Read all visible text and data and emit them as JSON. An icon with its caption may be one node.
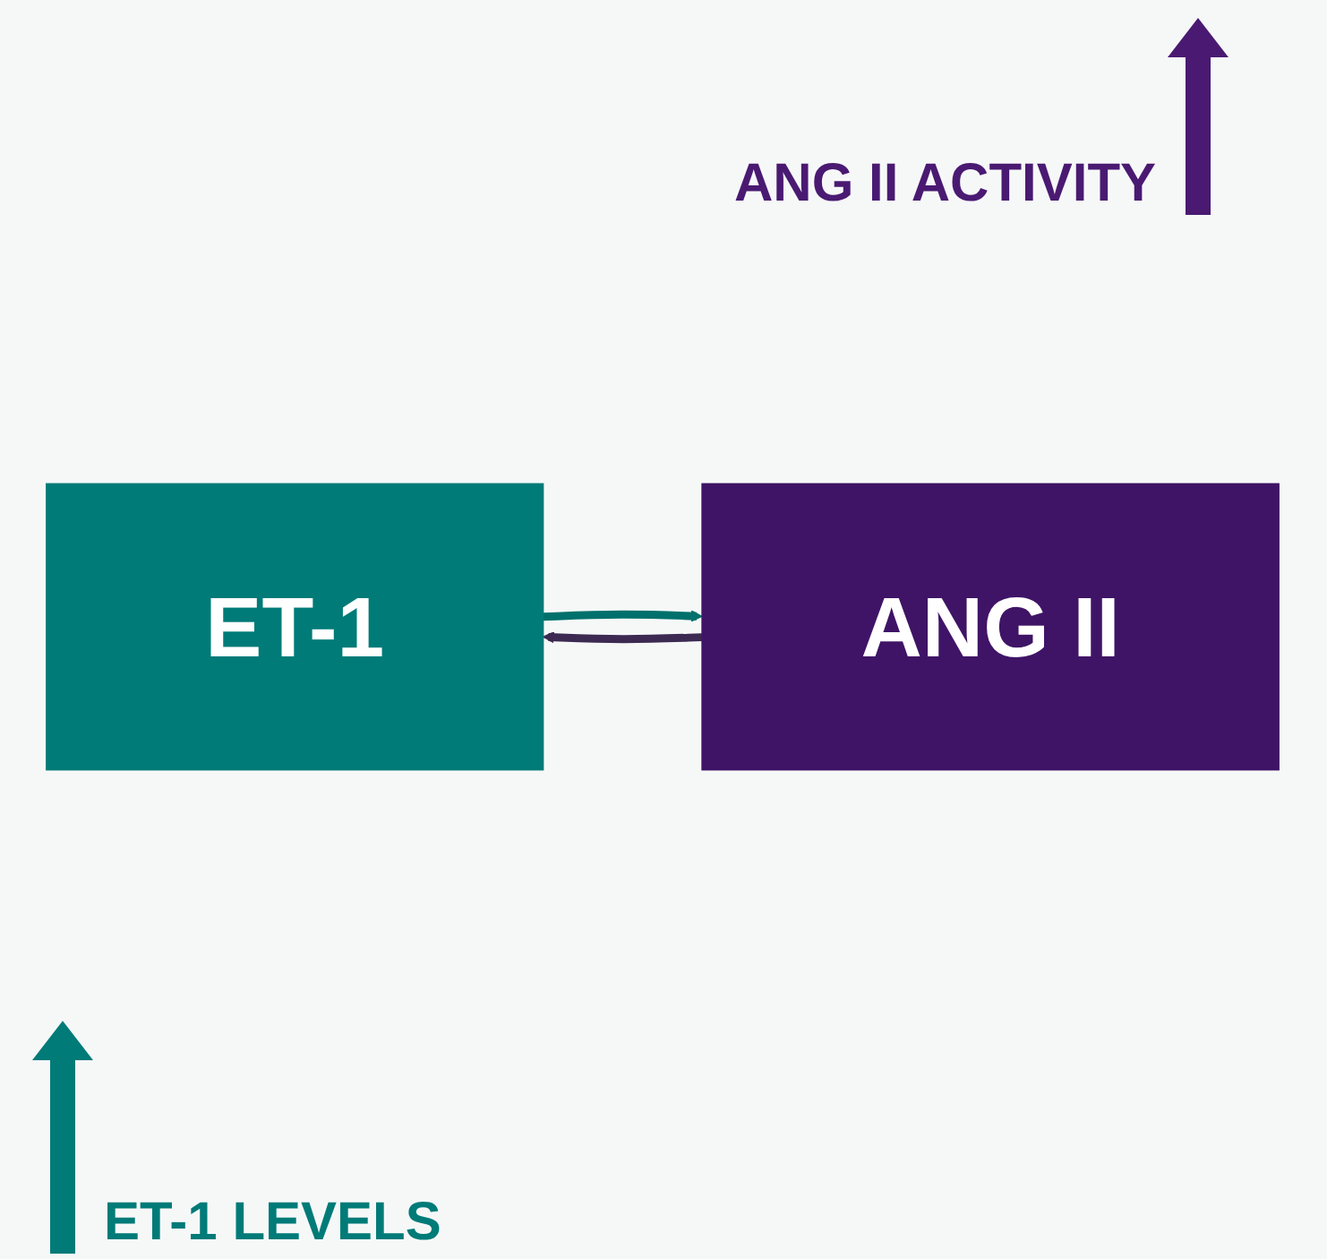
{
  "diagram": {
    "nodes": [
      {
        "text": [
          "ET-1"
        ]
      },
      {
        "text": [
          "ANG II"
        ]
      }
    ],
    "edges": [
      {
        "from": 0,
        "to": 1,
        "arrow": "to",
        "color": "#00706c"
      },
      {
        "from": 1,
        "to": 0,
        "arrow": "to",
        "color": "#3d2a52"
      }
    ],
    "labels": [
      "ANG II ACTIVITY",
      "ET-1 LEVELS"
    ]
  }
}
